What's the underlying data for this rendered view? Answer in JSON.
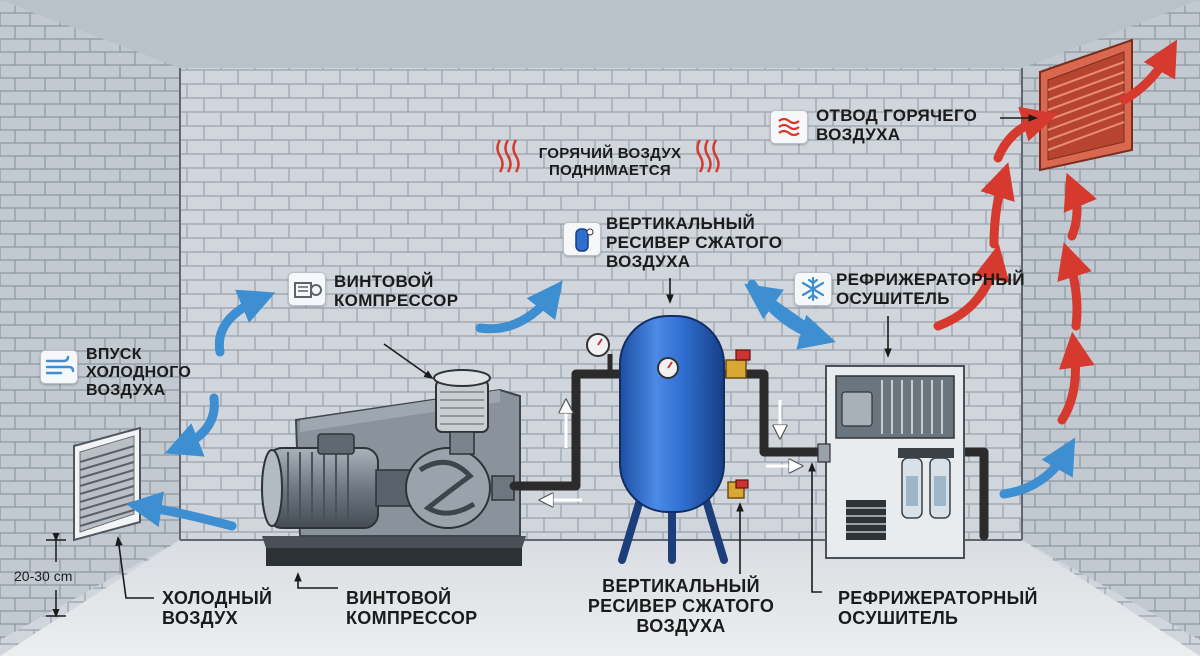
{
  "labels": {
    "intake_top": [
      "ВПУСК",
      "ХОЛОДНОГО",
      "ВОЗДУХА"
    ],
    "compressor_top": [
      "ВИНТОВОЙ",
      "КОМПРЕССОР"
    ],
    "hot_air_rises": [
      "ГОРЯЧИЙ ВОЗДУХ",
      "ПОДНИМАЕТСЯ"
    ],
    "receiver_top": [
      "ВЕРТИКАЛЬНЫЙ",
      "РЕСИВЕР СЖАТОГО",
      "ВОЗДУХА"
    ],
    "dryer_top": [
      "РЕФРИЖЕРАТОРНЫЙ",
      "ОСУШИТЕЛЬ"
    ],
    "exhaust_top": [
      "ОТВОД ГОРЯЧЕГО",
      "ВОЗДУХА"
    ],
    "cold_air_bottom": [
      "ХОЛОДНЫЙ",
      "ВОЗДУХ"
    ],
    "compressor_bottom": [
      "ВИНТОВОЙ",
      "КОМПРЕССОР"
    ],
    "receiver_bottom": [
      "ВЕРТИКАЛЬНЫЙ",
      "РЕСИВЕР СЖАТОГО",
      "ВОЗДУХА"
    ],
    "dryer_bottom": [
      "РЕФРИЖЕРАТОРНЫЙ",
      "ОСУШИТЕЛЬ"
    ]
  },
  "dimension": "20-30 cm",
  "icons": {
    "intake": "wind-icon",
    "compressor": "compressor-icon",
    "receiver": "tank-icon",
    "dryer": "snowflake-icon",
    "exhaust": "heat-waves-icon",
    "hot_air": "heat-waves-icon"
  },
  "colors": {
    "wall": "#c9d0d7",
    "brick_line": "#8f99a3",
    "floor": "#e3e6e9",
    "cold_arrow": "#3d8fd1",
    "hot_arrow": "#d63a2e",
    "tank": "#2f6fd0",
    "compressor_body": "#6d7680",
    "exhaust_grille": "#c8533e",
    "pipe": "#2b2b2b"
  }
}
